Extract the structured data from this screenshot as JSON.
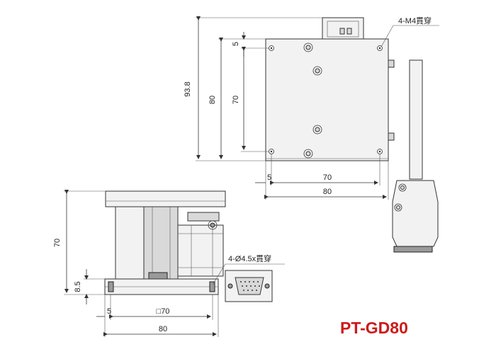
{
  "model": "PT-GD80",
  "colors": {
    "model": "#cc1a1a",
    "line": "#333333"
  },
  "top_view": {
    "hole_note": "4-M4貫穿",
    "dim_left_outer": "93.8",
    "dim_left_mid": "80",
    "dim_left_inner": "70",
    "dim_left_small": "5",
    "dim_bottom_small": "5",
    "dim_bottom_inner": "70",
    "dim_bottom_outer": "80"
  },
  "side_view": {
    "hole_note": "4-Ø4.5x貫穿",
    "dim_height": "70",
    "dim_base": "8.5",
    "dim_bottom_small": "5",
    "dim_bottom_inner": "□70",
    "dim_bottom_outer": "80"
  }
}
